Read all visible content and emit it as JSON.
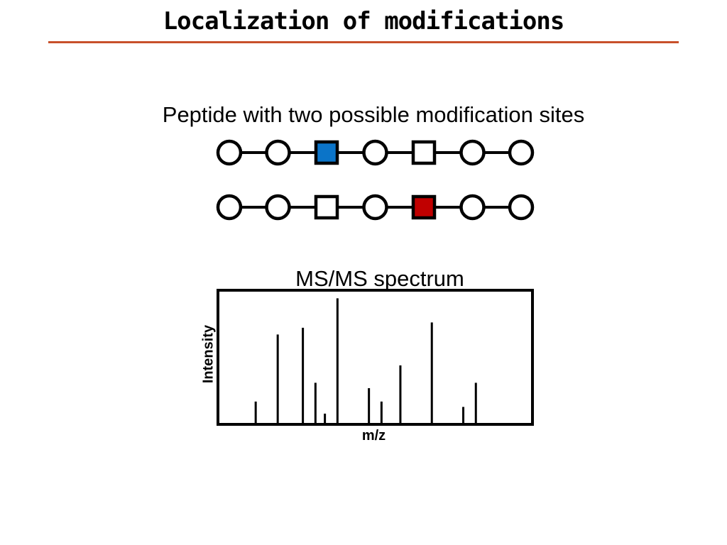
{
  "title": "Localization of modifications",
  "colors": {
    "title_rule": "#c8502a",
    "modification_site_1": "#0b74c8",
    "modification_site_2": "#c00000",
    "outline": "#000000"
  },
  "peptide": {
    "caption": "Peptide with two possible modification sites",
    "residue_count": 7,
    "modification_site_positions": [
      3,
      5
    ],
    "variants": [
      {
        "residues": [
          "circle",
          "circle",
          "square-filled-blue",
          "circle",
          "square-empty",
          "circle",
          "circle"
        ]
      },
      {
        "residues": [
          "circle",
          "circle",
          "square-empty",
          "circle",
          "square-filled-red",
          "circle",
          "circle"
        ]
      }
    ]
  },
  "chart_data": {
    "type": "bar",
    "title": "MS/MS spectrum",
    "xlabel": "m/z",
    "ylabel": "Intensity",
    "ylim": [
      0,
      100
    ],
    "x": [
      12,
      19,
      27,
      31,
      34,
      38,
      48,
      52,
      58,
      68,
      78,
      82
    ],
    "values": [
      17,
      67,
      72,
      31,
      8,
      94,
      27,
      17,
      44,
      76,
      13,
      31
    ],
    "xlim": [
      0,
      100
    ],
    "grid": false,
    "tick_labels": false
  }
}
